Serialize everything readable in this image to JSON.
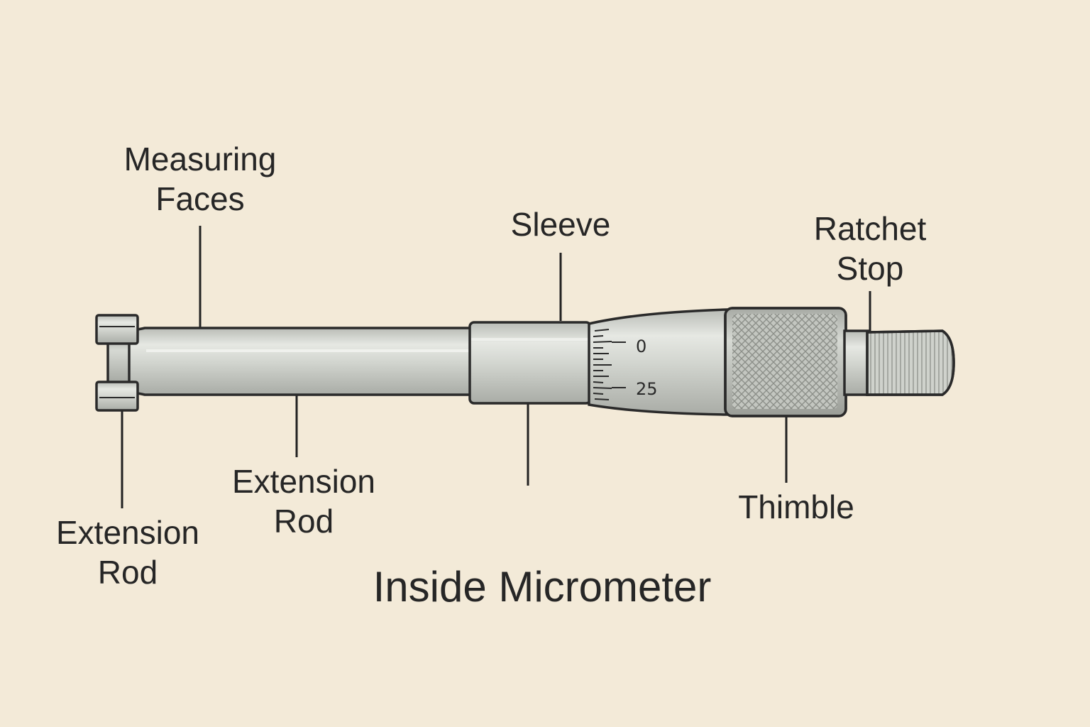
{
  "title": "Inside Micrometer",
  "labels": {
    "measuring_faces": [
      "Measuring",
      "Faces"
    ],
    "sleeve": "Sleeve",
    "ratchet_stop": [
      "Ratchet",
      "Stop"
    ],
    "extension_rod_left": [
      "Extension",
      "Rod"
    ],
    "extension_rod_center": [
      "Extension",
      "Rod"
    ],
    "thimble": "Thimble"
  },
  "scale": {
    "top": "0",
    "bottom": "25"
  },
  "colors": {
    "background": "#f3ead8",
    "metal": "#c9ccc6",
    "outline": "#2a2a2a",
    "text": "#262626"
  }
}
